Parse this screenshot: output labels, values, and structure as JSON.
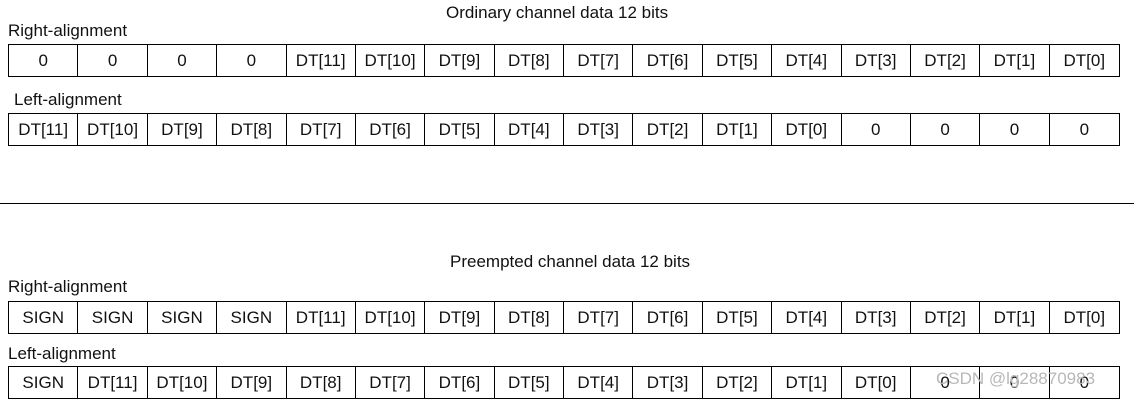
{
  "ordinary": {
    "title": "Ordinary channel data 12 bits",
    "right": {
      "label": "Right-alignment",
      "cells": [
        "0",
        "0",
        "0",
        "0",
        "DT[11]",
        "DT[10]",
        "DT[9]",
        "DT[8]",
        "DT[7]",
        "DT[6]",
        "DT[5]",
        "DT[4]",
        "DT[3]",
        "DT[2]",
        "DT[1]",
        "DT[0]"
      ]
    },
    "left": {
      "label": "Left-alignment",
      "cells": [
        "DT[11]",
        "DT[10]",
        "DT[9]",
        "DT[8]",
        "DT[7]",
        "DT[6]",
        "DT[5]",
        "DT[4]",
        "DT[3]",
        "DT[2]",
        "DT[1]",
        "DT[0]",
        "0",
        "0",
        "0",
        "0"
      ]
    }
  },
  "preempted": {
    "title": "Preempted channel data 12 bits",
    "right": {
      "label": "Right-alignment",
      "cells": [
        "SIGN",
        "SIGN",
        "SIGN",
        "SIGN",
        "DT[11]",
        "DT[10]",
        "DT[9]",
        "DT[8]",
        "DT[7]",
        "DT[6]",
        "DT[5]",
        "DT[4]",
        "DT[3]",
        "DT[2]",
        "DT[1]",
        "DT[0]"
      ]
    },
    "left": {
      "label": "Left-alignment",
      "cells": [
        "SIGN",
        "DT[11]",
        "DT[10]",
        "DT[9]",
        "DT[8]",
        "DT[7]",
        "DT[6]",
        "DT[5]",
        "DT[4]",
        "DT[3]",
        "DT[2]",
        "DT[1]",
        "DT[0]",
        "0",
        "0",
        "0"
      ]
    }
  },
  "watermark": "CSDN @lg28870983"
}
